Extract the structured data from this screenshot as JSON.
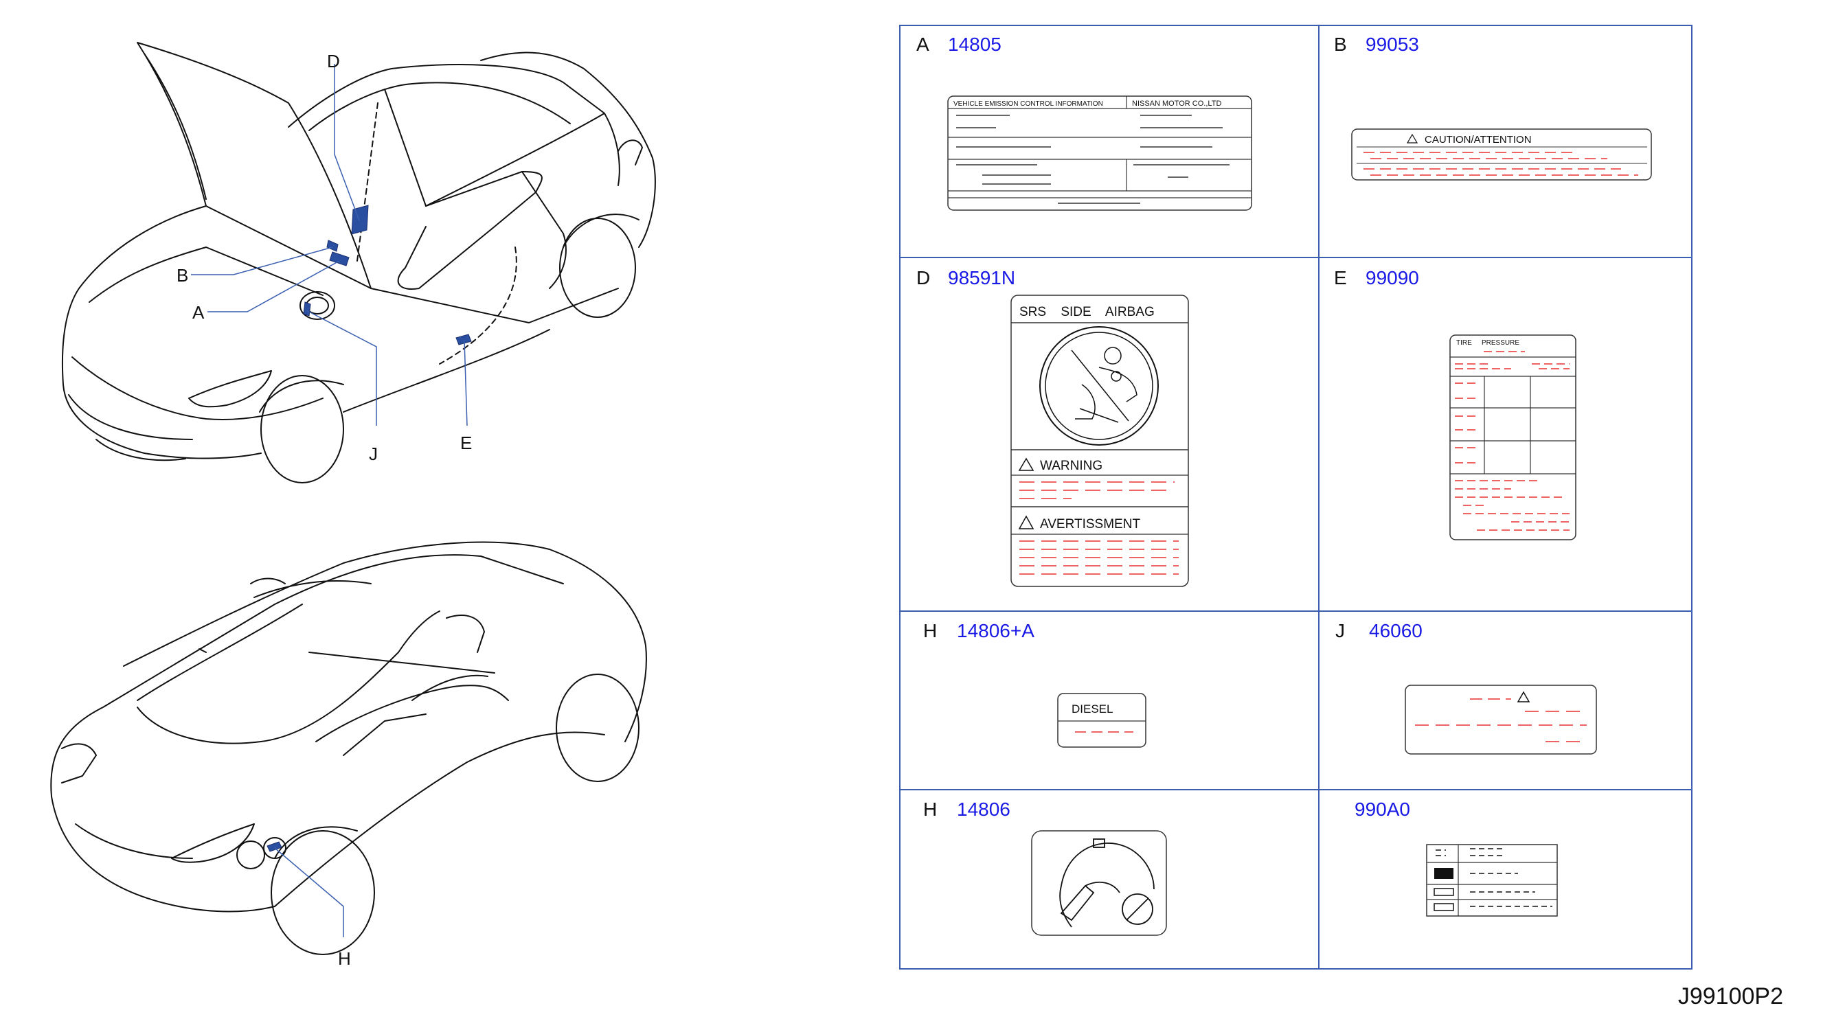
{
  "diagram_code": "J99100P2",
  "callouts": [
    "A",
    "B",
    "D",
    "E",
    "H",
    "J"
  ],
  "labels": {
    "A": {
      "letter": "A",
      "code": "14805",
      "title": "VEHICLE EMISSION CONTROL INFORMATION",
      "maker": "NISSAN MOTOR CO.,LTD"
    },
    "B": {
      "letter": "B",
      "code": "99053",
      "title": "CAUTION/ATTENTION"
    },
    "D": {
      "letter": "D",
      "code": "98591N",
      "header": "SRS SIDE AIRBAG",
      "warn1": "WARNING",
      "warn2": "AVERTISSMENT"
    },
    "E": {
      "letter": "E",
      "code": "99090",
      "h1": "TIRE",
      "h2": "PRESSURE"
    },
    "H1": {
      "letter": "H",
      "code": "14806+A",
      "text": "DIESEL"
    },
    "J": {
      "letter": "J",
      "code": "46060"
    },
    "H2": {
      "letter": "H",
      "code": "14806"
    },
    "K": {
      "letter": "",
      "code": "990A0"
    }
  },
  "colors": {
    "grid": "#3a5fb0",
    "code": "#1a1ae6",
    "marker": "#2a4fa0",
    "dash": "#e83030"
  }
}
